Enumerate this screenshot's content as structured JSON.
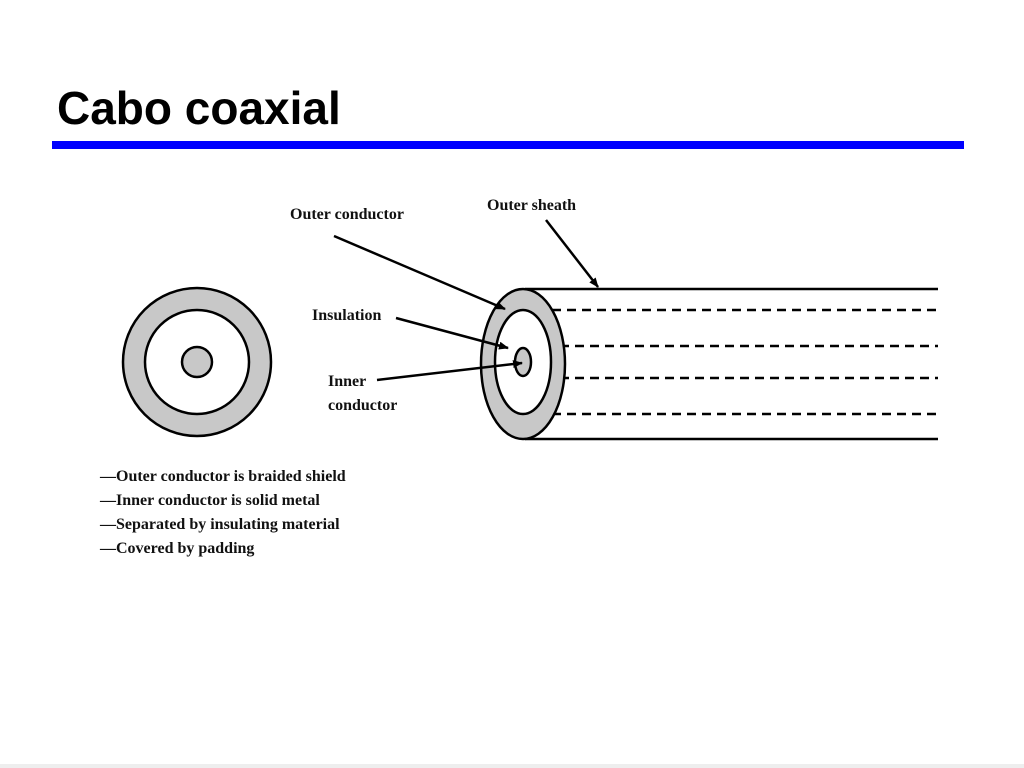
{
  "slide": {
    "title": "Cabo coaxial",
    "accent_color": "#0000ff"
  },
  "diagram": {
    "labels": {
      "outer_conductor": "Outer conductor",
      "outer_sheath": "Outer sheath",
      "insulation": "Insulation",
      "inner_conductor_line1": "Inner",
      "inner_conductor_line2": "conductor"
    },
    "bullets": [
      "—Outer conductor is braided shield",
      "—Inner conductor is solid metal",
      "—Separated by insulating material",
      "—Covered by padding"
    ],
    "colors": {
      "conductor_fill": "#c8c8c8",
      "outline": "#000000"
    }
  }
}
